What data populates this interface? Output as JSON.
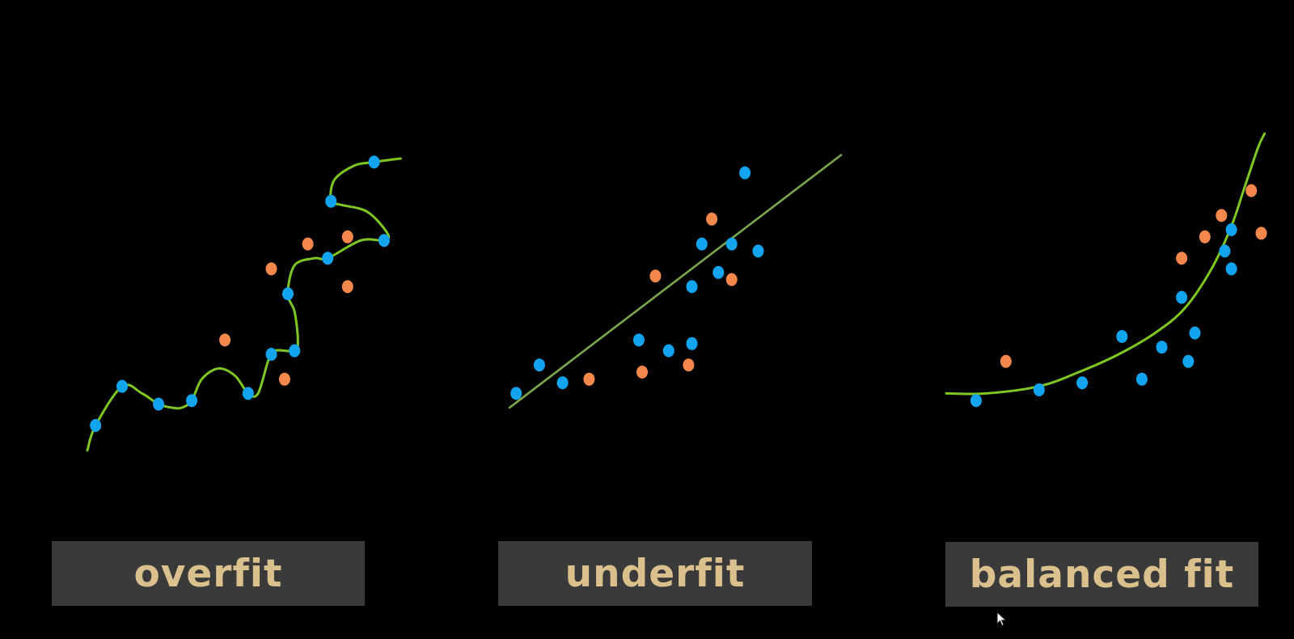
{
  "colors": {
    "background": "#000000",
    "train_point": "#12a4ef",
    "test_point": "#f4874b",
    "fit_curve": "#7ec622",
    "underfit_line": "#7aa84f",
    "label_bg": "#3a3a3a",
    "label_text": "#d9c08c"
  },
  "icons": {
    "cursor": "mouse-pointer-icon"
  },
  "labels": [
    "overfit",
    "underfit",
    "balanced fit"
  ],
  "chart_data": [
    {
      "type": "scatter",
      "name": "overfit",
      "title": "overfit",
      "xlabel": "",
      "ylabel": "",
      "xlim": [
        0,
        10
      ],
      "ylim": [
        0,
        10
      ],
      "grid": false,
      "series": [
        {
          "points": [
            [
              0.2,
              1.0
            ],
            [
              1.0,
              2.1
            ],
            [
              2.1,
              1.6
            ],
            [
              3.1,
              1.7
            ],
            [
              4.8,
              1.9
            ],
            [
              5.5,
              3.0
            ],
            [
              6.2,
              3.1
            ],
            [
              6.0,
              4.7
            ],
            [
              7.2,
              5.7
            ],
            [
              7.3,
              7.3
            ],
            [
              8.6,
              8.4
            ],
            [
              8.9,
              6.2
            ]
          ]
        },
        {
          "points": [
            [
              4.1,
              3.4
            ],
            [
              5.9,
              2.3
            ],
            [
              5.5,
              5.4
            ],
            [
              6.6,
              6.1
            ],
            [
              7.8,
              6.3
            ],
            [
              7.8,
              4.9
            ]
          ]
        }
      ],
      "fit": {
        "kind": "interpolating",
        "points": [
          [
            -0.05,
            0.3
          ],
          [
            0.2,
            1.0
          ],
          [
            1.0,
            2.1
          ],
          [
            1.6,
            1.9
          ],
          [
            2.1,
            1.6
          ],
          [
            2.5,
            1.5
          ],
          [
            2.8,
            1.5
          ],
          [
            3.1,
            1.7
          ],
          [
            3.4,
            2.3
          ],
          [
            3.9,
            2.6
          ],
          [
            4.4,
            2.4
          ],
          [
            4.8,
            1.9
          ],
          [
            5.1,
            1.9
          ],
          [
            5.4,
            2.8
          ],
          [
            5.6,
            3.1
          ],
          [
            6.2,
            3.1
          ],
          [
            6.3,
            3.4
          ],
          [
            6.2,
            4.2
          ],
          [
            6.0,
            4.7
          ],
          [
            6.2,
            5.5
          ],
          [
            6.8,
            5.7
          ],
          [
            7.2,
            5.7
          ],
          [
            8.2,
            6.2
          ],
          [
            8.9,
            6.2
          ],
          [
            9.0,
            6.4
          ],
          [
            8.4,
            7.0
          ],
          [
            7.6,
            7.2
          ],
          [
            7.3,
            7.3
          ],
          [
            7.4,
            7.9
          ],
          [
            8.0,
            8.3
          ],
          [
            8.6,
            8.4
          ],
          [
            9.4,
            8.5
          ]
        ]
      }
    },
    {
      "type": "scatter",
      "name": "underfit",
      "title": "underfit",
      "xlabel": "",
      "ylabel": "",
      "xlim": [
        0,
        10
      ],
      "ylim": [
        0,
        10
      ],
      "grid": false,
      "series": [
        {
          "points": [
            [
              0.2,
              1.9
            ],
            [
              0.9,
              2.7
            ],
            [
              1.6,
              2.2
            ],
            [
              3.9,
              3.4
            ],
            [
              4.8,
              3.1
            ],
            [
              5.5,
              4.9
            ],
            [
              5.5,
              3.3
            ],
            [
              5.8,
              6.1
            ],
            [
              6.3,
              5.3
            ],
            [
              6.7,
              6.1
            ],
            [
              7.1,
              8.1
            ],
            [
              7.5,
              5.9
            ]
          ]
        },
        {
          "points": [
            [
              2.4,
              2.3
            ],
            [
              4.0,
              2.5
            ],
            [
              4.4,
              5.2
            ],
            [
              5.4,
              2.7
            ],
            [
              6.1,
              6.8
            ],
            [
              6.7,
              5.1
            ]
          ]
        }
      ],
      "fit": {
        "kind": "linear",
        "points": [
          [
            0,
            1.5
          ],
          [
            10,
            8.6
          ]
        ]
      }
    },
    {
      "type": "scatter",
      "name": "balanced fit",
      "title": "balanced fit",
      "xlabel": "",
      "ylabel": "",
      "xlim": [
        0,
        10
      ],
      "ylim": [
        0,
        10
      ],
      "grid": false,
      "series": [
        {
          "points": [
            [
              0.9,
              1.7
            ],
            [
              2.8,
              2.0
            ],
            [
              4.1,
              2.2
            ],
            [
              5.3,
              3.5
            ],
            [
              5.9,
              2.3
            ],
            [
              6.5,
              3.2
            ],
            [
              7.1,
              4.6
            ],
            [
              7.3,
              2.8
            ],
            [
              7.5,
              3.6
            ],
            [
              8.4,
              5.9
            ],
            [
              8.6,
              6.5
            ],
            [
              8.6,
              5.4
            ]
          ]
        },
        {
          "points": [
            [
              1.8,
              2.8
            ],
            [
              7.1,
              5.7
            ],
            [
              7.8,
              6.3
            ],
            [
              8.3,
              6.9
            ],
            [
              9.2,
              7.6
            ],
            [
              9.5,
              6.4
            ]
          ]
        }
      ],
      "fit": {
        "kind": "curved",
        "points": [
          [
            0,
            1.9
          ],
          [
            1.2,
            1.9
          ],
          [
            2.8,
            2.1
          ],
          [
            4.0,
            2.5
          ],
          [
            5.2,
            3.0
          ],
          [
            6.3,
            3.6
          ],
          [
            7.2,
            4.3
          ],
          [
            8.0,
            5.4
          ],
          [
            8.6,
            6.6
          ],
          [
            9.0,
            7.7
          ],
          [
            9.4,
            8.8
          ],
          [
            9.6,
            9.2
          ]
        ]
      }
    }
  ]
}
